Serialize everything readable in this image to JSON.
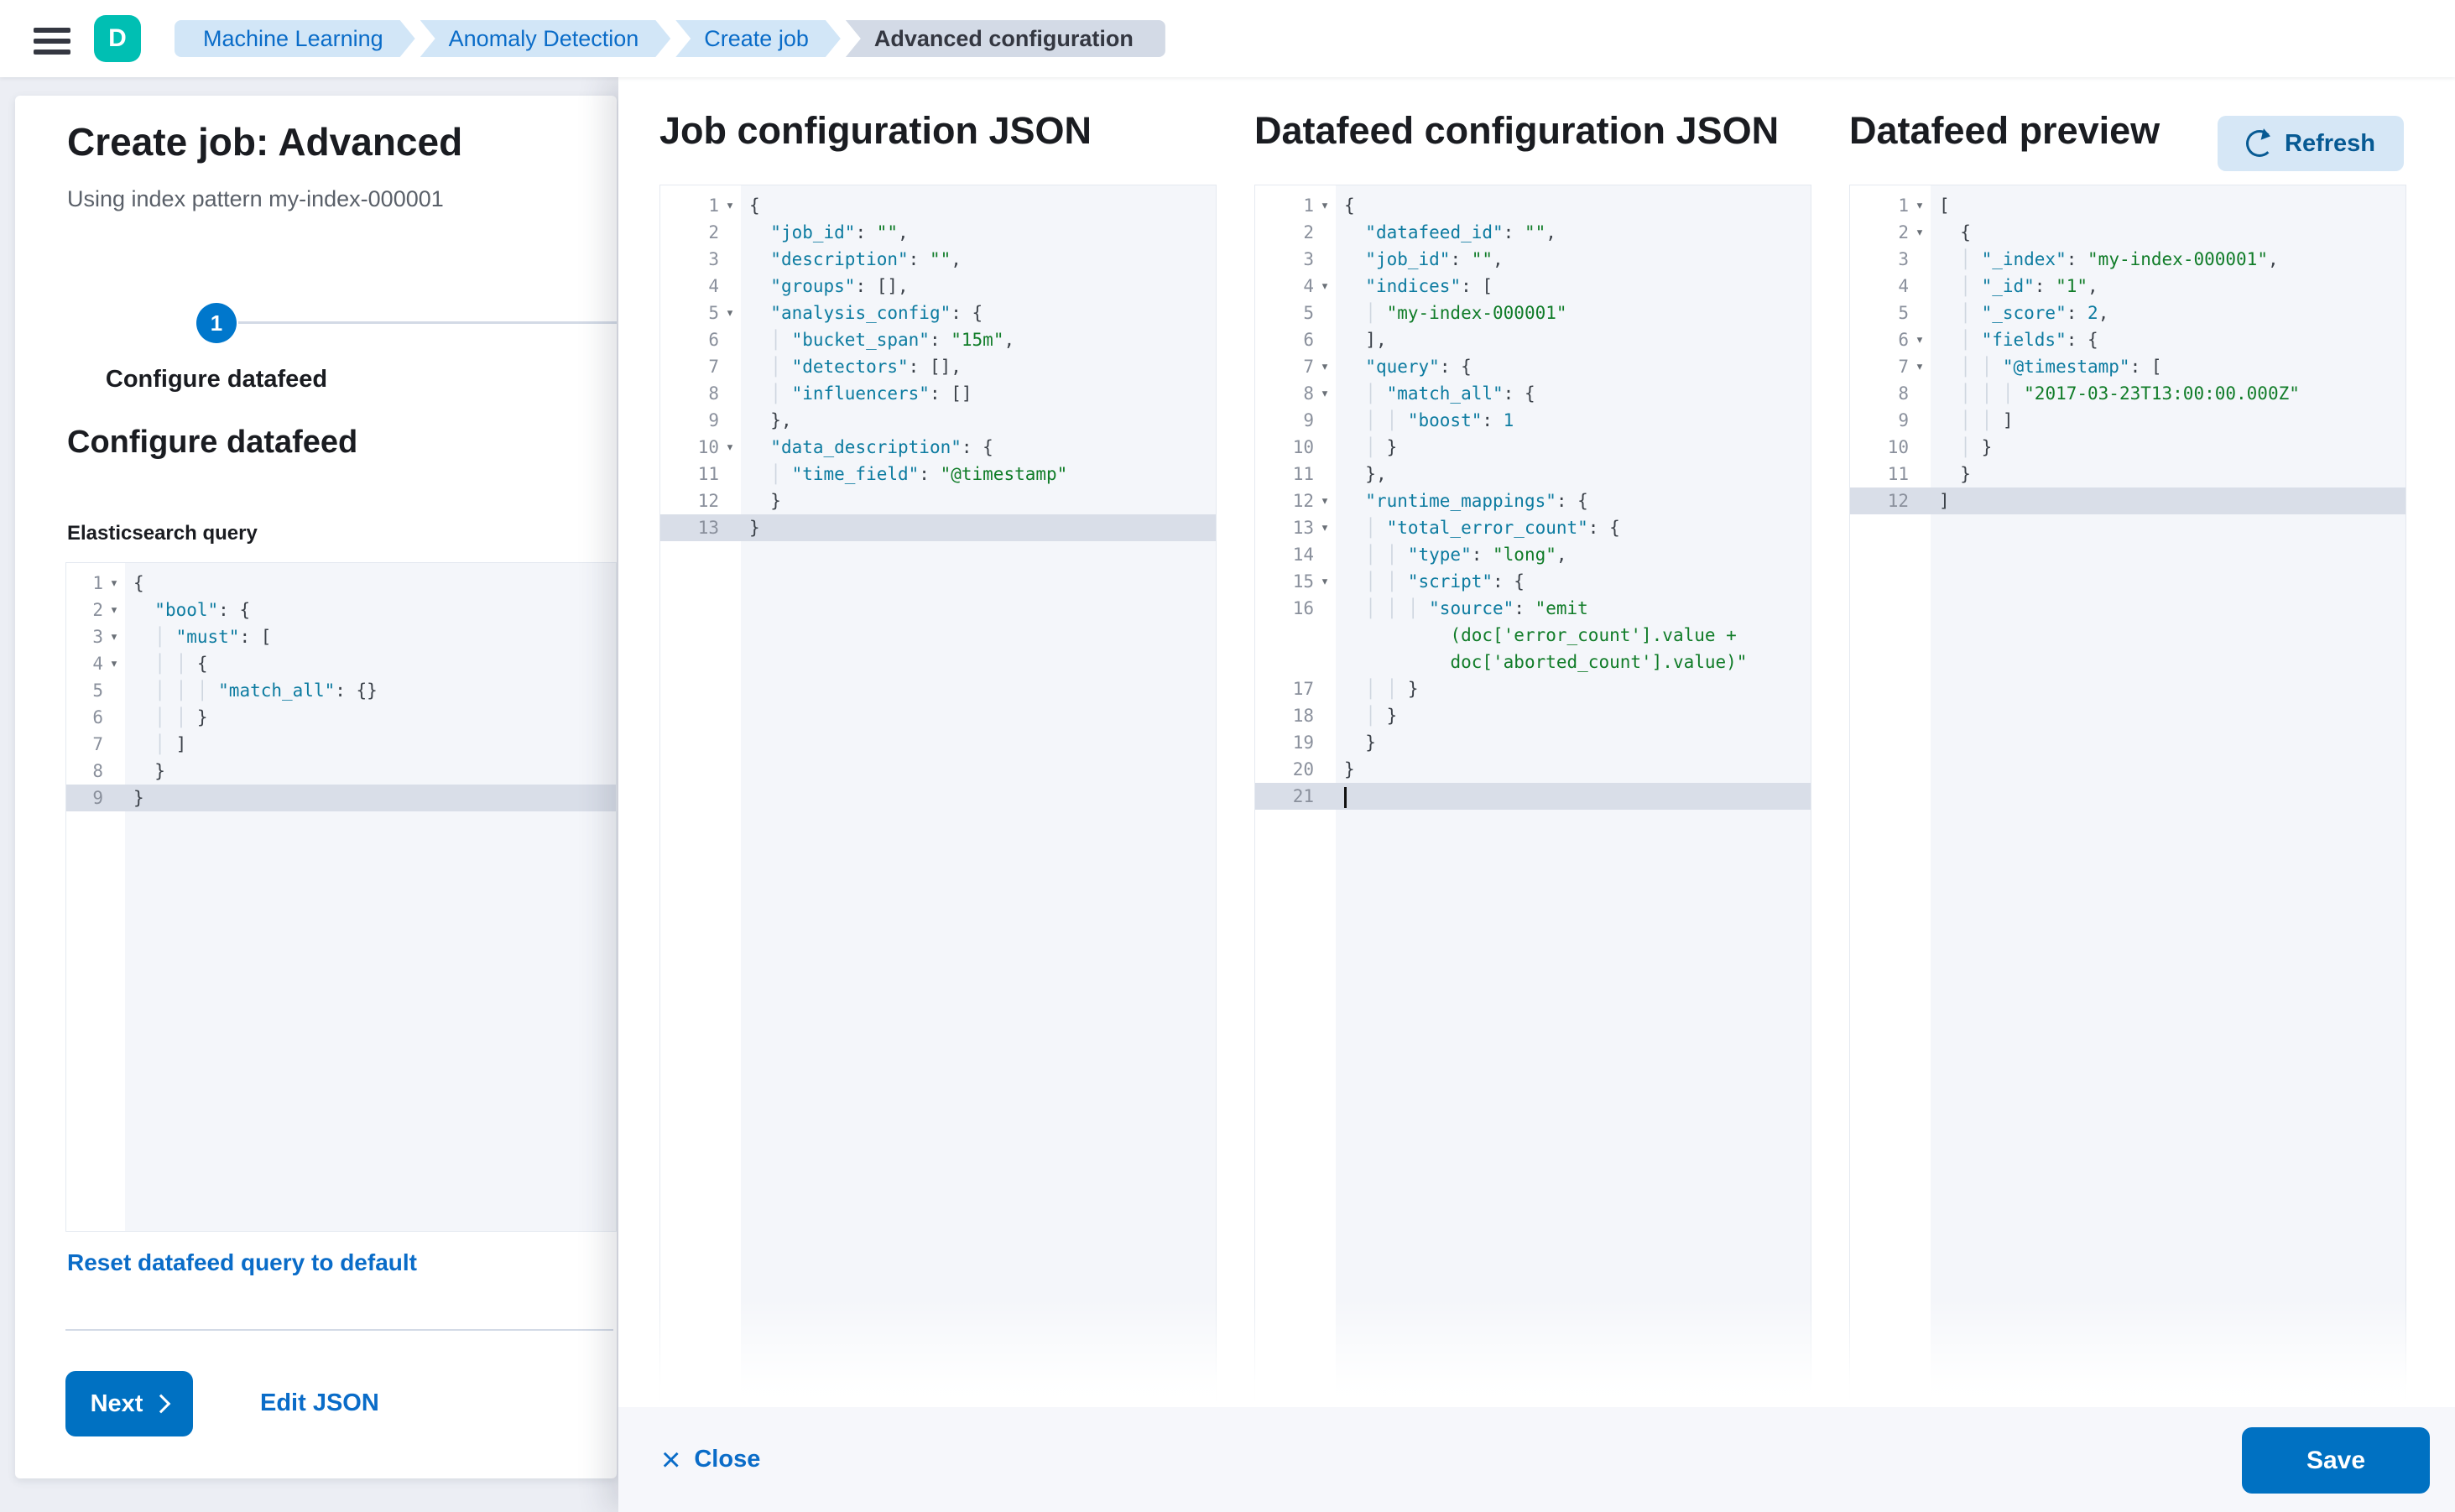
{
  "topbar": {
    "avatar": "D",
    "breadcrumbs": [
      {
        "label": "Machine Learning"
      },
      {
        "label": "Anomaly Detection"
      },
      {
        "label": "Create job"
      },
      {
        "label": "Advanced configuration"
      }
    ]
  },
  "wizard": {
    "title": "Create job: Advanced",
    "subtitle": "Using index pattern my-index-000001",
    "step": {
      "number": "1",
      "label": "Configure datafeed"
    },
    "section_heading": "Configure datafeed",
    "query_label": "Elasticsearch query",
    "reset_link": "Reset datafeed query to default",
    "next_label": "Next",
    "edit_json_label": "Edit JSON"
  },
  "panels": {
    "job_heading": "Job configuration JSON",
    "datafeed_heading": "Datafeed configuration JSON",
    "preview_heading": "Datafeed preview",
    "refresh_label": "Refresh"
  },
  "footer": {
    "close_label": "Close",
    "save_label": "Save"
  },
  "colors": {
    "primary_button": "#0071c2",
    "link": "#0a6cc8",
    "avatar": "#00bfb3",
    "breadcrumb_bg": "#d2e6f7",
    "breadcrumb_current_bg": "#d3dae6",
    "code_key": "#0c7ba0",
    "code_string": "#107c28",
    "code_number": "#0c7ba0",
    "code_bg": "#f4f6fa",
    "active_line": "#d9dee8",
    "footer_bg": "#f6f7fb"
  },
  "editors": {
    "es_query": {
      "lines": [
        {
          "n": 1,
          "fold": true,
          "t": [
            [
              "p",
              "{"
            ]
          ]
        },
        {
          "n": 2,
          "fold": true,
          "t": [
            [
              "g",
              "  "
            ],
            [
              "k",
              "\"bool\""
            ],
            [
              "p",
              ": {"
            ]
          ]
        },
        {
          "n": 3,
          "fold": true,
          "t": [
            [
              "g",
              "  │ "
            ],
            [
              "k",
              "\"must\""
            ],
            [
              "p",
              ": ["
            ]
          ]
        },
        {
          "n": 4,
          "fold": true,
          "t": [
            [
              "g",
              "  │ │ "
            ],
            [
              "p",
              "{"
            ]
          ]
        },
        {
          "n": 5,
          "t": [
            [
              "g",
              "  │ │ │ "
            ],
            [
              "k",
              "\"match_all\""
            ],
            [
              "p",
              ": {}"
            ]
          ]
        },
        {
          "n": 6,
          "t": [
            [
              "g",
              "  │ │ "
            ],
            [
              "p",
              "}"
            ]
          ]
        },
        {
          "n": 7,
          "t": [
            [
              "g",
              "  │ "
            ],
            [
              "p",
              "]"
            ]
          ]
        },
        {
          "n": 8,
          "t": [
            [
              "g",
              "  "
            ],
            [
              "p",
              "}"
            ]
          ]
        },
        {
          "n": 9,
          "hl": true,
          "t": [
            [
              "p",
              "}"
            ]
          ]
        }
      ]
    },
    "job_config": {
      "lines": [
        {
          "n": 1,
          "fold": true,
          "t": [
            [
              "p",
              "{"
            ]
          ]
        },
        {
          "n": 2,
          "t": [
            [
              "g",
              "  "
            ],
            [
              "k",
              "\"job_id\""
            ],
            [
              "p",
              ": "
            ],
            [
              "s",
              "\"\""
            ],
            [
              "p",
              ","
            ]
          ]
        },
        {
          "n": 3,
          "t": [
            [
              "g",
              "  "
            ],
            [
              "k",
              "\"description\""
            ],
            [
              "p",
              ": "
            ],
            [
              "s",
              "\"\""
            ],
            [
              "p",
              ","
            ]
          ]
        },
        {
          "n": 4,
          "t": [
            [
              "g",
              "  "
            ],
            [
              "k",
              "\"groups\""
            ],
            [
              "p",
              ": [],"
            ]
          ]
        },
        {
          "n": 5,
          "fold": true,
          "t": [
            [
              "g",
              "  "
            ],
            [
              "k",
              "\"analysis_config\""
            ],
            [
              "p",
              ": {"
            ]
          ]
        },
        {
          "n": 6,
          "t": [
            [
              "g",
              "  │ "
            ],
            [
              "k",
              "\"bucket_span\""
            ],
            [
              "p",
              ": "
            ],
            [
              "s",
              "\"15m\""
            ],
            [
              "p",
              ","
            ]
          ]
        },
        {
          "n": 7,
          "t": [
            [
              "g",
              "  │ "
            ],
            [
              "k",
              "\"detectors\""
            ],
            [
              "p",
              ": [],"
            ]
          ]
        },
        {
          "n": 8,
          "t": [
            [
              "g",
              "  │ "
            ],
            [
              "k",
              "\"influencers\""
            ],
            [
              "p",
              ": []"
            ]
          ]
        },
        {
          "n": 9,
          "t": [
            [
              "g",
              "  "
            ],
            [
              "p",
              "},"
            ]
          ]
        },
        {
          "n": 10,
          "fold": true,
          "t": [
            [
              "g",
              "  "
            ],
            [
              "k",
              "\"data_description\""
            ],
            [
              "p",
              ": {"
            ]
          ]
        },
        {
          "n": 11,
          "t": [
            [
              "g",
              "  │ "
            ],
            [
              "k",
              "\"time_field\""
            ],
            [
              "p",
              ": "
            ],
            [
              "s",
              "\"@timestamp\""
            ]
          ]
        },
        {
          "n": 12,
          "t": [
            [
              "g",
              "  "
            ],
            [
              "p",
              "}"
            ]
          ]
        },
        {
          "n": 13,
          "hl": true,
          "t": [
            [
              "p",
              "}"
            ]
          ]
        }
      ]
    },
    "datafeed_config": {
      "lines": [
        {
          "n": 1,
          "fold": true,
          "t": [
            [
              "p",
              "{"
            ]
          ]
        },
        {
          "n": 2,
          "t": [
            [
              "g",
              "  "
            ],
            [
              "k",
              "\"datafeed_id\""
            ],
            [
              "p",
              ": "
            ],
            [
              "s",
              "\"\""
            ],
            [
              "p",
              ","
            ]
          ]
        },
        {
          "n": 3,
          "t": [
            [
              "g",
              "  "
            ],
            [
              "k",
              "\"job_id\""
            ],
            [
              "p",
              ": "
            ],
            [
              "s",
              "\"\""
            ],
            [
              "p",
              ","
            ]
          ]
        },
        {
          "n": 4,
          "fold": true,
          "t": [
            [
              "g",
              "  "
            ],
            [
              "k",
              "\"indices\""
            ],
            [
              "p",
              ": ["
            ]
          ]
        },
        {
          "n": 5,
          "t": [
            [
              "g",
              "  │ "
            ],
            [
              "s",
              "\"my-index-000001\""
            ]
          ]
        },
        {
          "n": 6,
          "t": [
            [
              "g",
              "  "
            ],
            [
              "p",
              "],"
            ]
          ]
        },
        {
          "n": 7,
          "fold": true,
          "t": [
            [
              "g",
              "  "
            ],
            [
              "k",
              "\"query\""
            ],
            [
              "p",
              ": {"
            ]
          ]
        },
        {
          "n": 8,
          "fold": true,
          "t": [
            [
              "g",
              "  │ "
            ],
            [
              "k",
              "\"match_all\""
            ],
            [
              "p",
              ": {"
            ]
          ]
        },
        {
          "n": 9,
          "t": [
            [
              "g",
              "  │ │ "
            ],
            [
              "k",
              "\"boost\""
            ],
            [
              "p",
              ": "
            ],
            [
              "n2",
              "1"
            ]
          ]
        },
        {
          "n": 10,
          "t": [
            [
              "g",
              "  │ "
            ],
            [
              "p",
              "}"
            ]
          ]
        },
        {
          "n": 11,
          "t": [
            [
              "g",
              "  "
            ],
            [
              "p",
              "},"
            ]
          ]
        },
        {
          "n": 12,
          "fold": true,
          "t": [
            [
              "g",
              "  "
            ],
            [
              "k",
              "\"runtime_mappings\""
            ],
            [
              "p",
              ": {"
            ]
          ]
        },
        {
          "n": 13,
          "fold": true,
          "t": [
            [
              "g",
              "  │ "
            ],
            [
              "k",
              "\"total_error_count\""
            ],
            [
              "p",
              ": {"
            ]
          ]
        },
        {
          "n": 14,
          "t": [
            [
              "g",
              "  │ │ "
            ],
            [
              "k",
              "\"type\""
            ],
            [
              "p",
              ": "
            ],
            [
              "s",
              "\"long\""
            ],
            [
              "p",
              ","
            ]
          ]
        },
        {
          "n": 15,
          "fold": true,
          "t": [
            [
              "g",
              "  │ │ "
            ],
            [
              "k",
              "\"script\""
            ],
            [
              "p",
              ": {"
            ]
          ]
        },
        {
          "n": 16,
          "t": [
            [
              "g",
              "  │ │ │ "
            ],
            [
              "k",
              "\"source\""
            ],
            [
              "p",
              ": "
            ],
            [
              "s",
              "\"emit"
            ]
          ],
          "wrap": [
            [
              [
                "g",
                "          "
              ],
              [
                "s",
                "(doc['error_count'].value +"
              ]
            ],
            [
              [
                "g",
                "          "
              ],
              [
                "s",
                "doc['aborted_count'].value)\""
              ]
            ]
          ]
        },
        {
          "n": 17,
          "t": [
            [
              "g",
              "  │ │ "
            ],
            [
              "p",
              "}"
            ]
          ]
        },
        {
          "n": 18,
          "t": [
            [
              "g",
              "  │ "
            ],
            [
              "p",
              "}"
            ]
          ]
        },
        {
          "n": 19,
          "t": [
            [
              "g",
              "  "
            ],
            [
              "p",
              "}"
            ]
          ]
        },
        {
          "n": 20,
          "t": [
            [
              "p",
              "}"
            ]
          ]
        },
        {
          "n": 21,
          "hl": true,
          "cursor": true,
          "t": []
        }
      ]
    },
    "preview": {
      "lines": [
        {
          "n": 1,
          "fold": true,
          "t": [
            [
              "p",
              "["
            ]
          ]
        },
        {
          "n": 2,
          "fold": true,
          "t": [
            [
              "g",
              "  "
            ],
            [
              "p",
              "{"
            ]
          ]
        },
        {
          "n": 3,
          "t": [
            [
              "g",
              "  │ "
            ],
            [
              "k",
              "\"_index\""
            ],
            [
              "p",
              ": "
            ],
            [
              "s",
              "\"my-index-000001\""
            ],
            [
              "p",
              ","
            ]
          ]
        },
        {
          "n": 4,
          "t": [
            [
              "g",
              "  │ "
            ],
            [
              "k",
              "\"_id\""
            ],
            [
              "p",
              ": "
            ],
            [
              "s",
              "\"1\""
            ],
            [
              "p",
              ","
            ]
          ]
        },
        {
          "n": 5,
          "t": [
            [
              "g",
              "  │ "
            ],
            [
              "k",
              "\"_score\""
            ],
            [
              "p",
              ": "
            ],
            [
              "n2",
              "2"
            ],
            [
              "p",
              ","
            ]
          ]
        },
        {
          "n": 6,
          "fold": true,
          "t": [
            [
              "g",
              "  │ "
            ],
            [
              "k",
              "\"fields\""
            ],
            [
              "p",
              ": {"
            ]
          ]
        },
        {
          "n": 7,
          "fold": true,
          "t": [
            [
              "g",
              "  │ │ "
            ],
            [
              "k",
              "\"@timestamp\""
            ],
            [
              "p",
              ": ["
            ]
          ]
        },
        {
          "n": 8,
          "t": [
            [
              "g",
              "  │ │ │ "
            ],
            [
              "s",
              "\"2017-03-23T13:00:00.000Z\""
            ]
          ]
        },
        {
          "n": 9,
          "t": [
            [
              "g",
              "  │ │ "
            ],
            [
              "p",
              "]"
            ]
          ]
        },
        {
          "n": 10,
          "t": [
            [
              "g",
              "  │ "
            ],
            [
              "p",
              "}"
            ]
          ]
        },
        {
          "n": 11,
          "t": [
            [
              "g",
              "  "
            ],
            [
              "p",
              "}"
            ]
          ]
        },
        {
          "n": 12,
          "hl": true,
          "t": [
            [
              "p",
              "]"
            ]
          ]
        }
      ]
    }
  }
}
